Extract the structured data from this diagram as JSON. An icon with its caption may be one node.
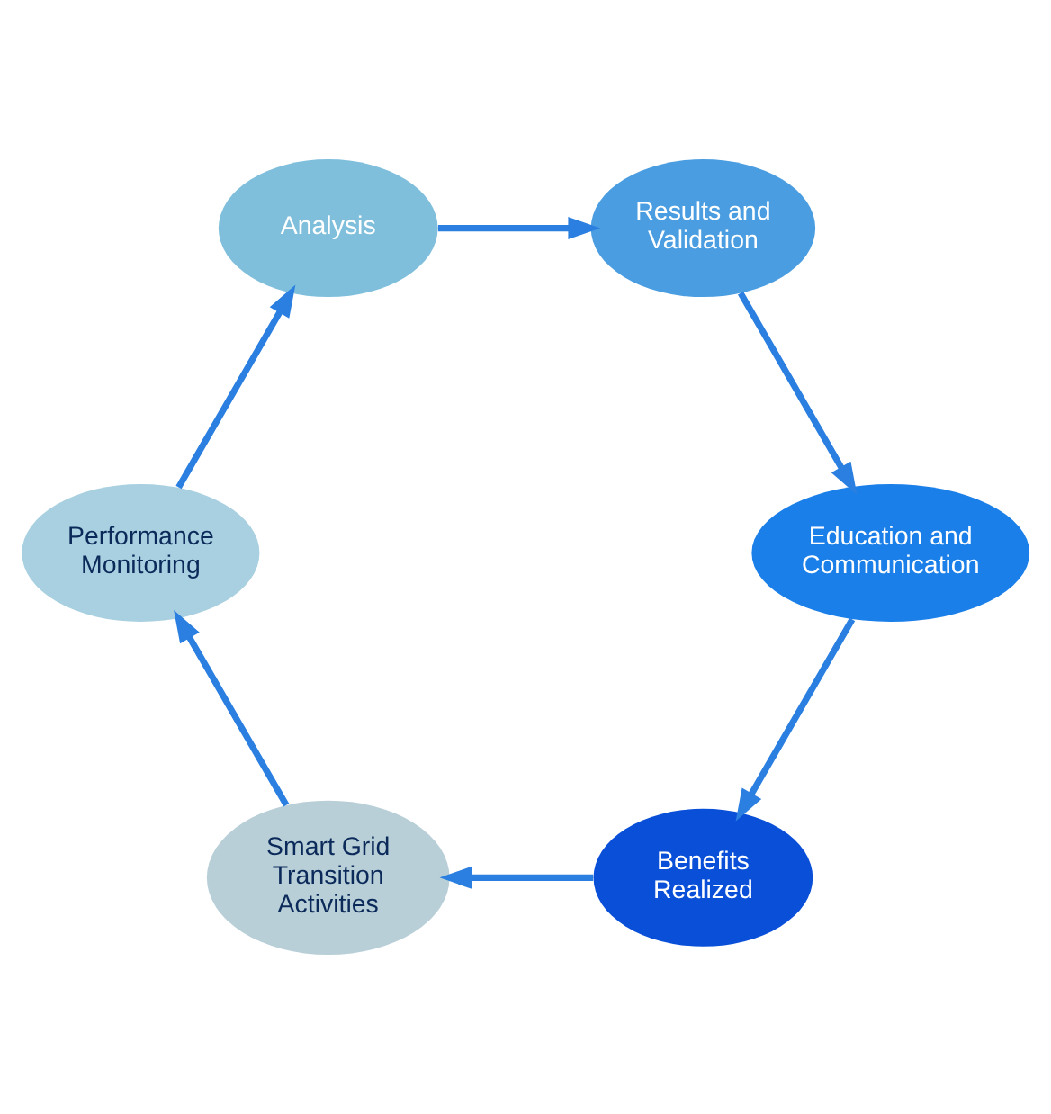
{
  "diagram": {
    "nodes": [
      {
        "text": [
          "Benefits Realized"
        ]
      },
      {
        "text": [
          "Smart Grid Transition Activities"
        ]
      },
      {
        "text": [
          "Performance Monitoring"
        ]
      },
      {
        "text": [
          "Analysis"
        ]
      },
      {
        "text": [
          "Results and Validation"
        ]
      },
      {
        "text": [
          "Education and Communication"
        ]
      }
    ],
    "edges": [
      {
        "from": 0,
        "to": 1,
        "arrow": "to"
      },
      {
        "from": 1,
        "to": 2,
        "arrow": "to"
      },
      {
        "from": 2,
        "to": 3,
        "arrow": "to"
      },
      {
        "from": 3,
        "to": 4,
        "arrow": "to"
      },
      {
        "from": 4,
        "to": 5,
        "arrow": "to"
      },
      {
        "from": 5,
        "to": 0,
        "arrow": "to"
      }
    ]
  }
}
